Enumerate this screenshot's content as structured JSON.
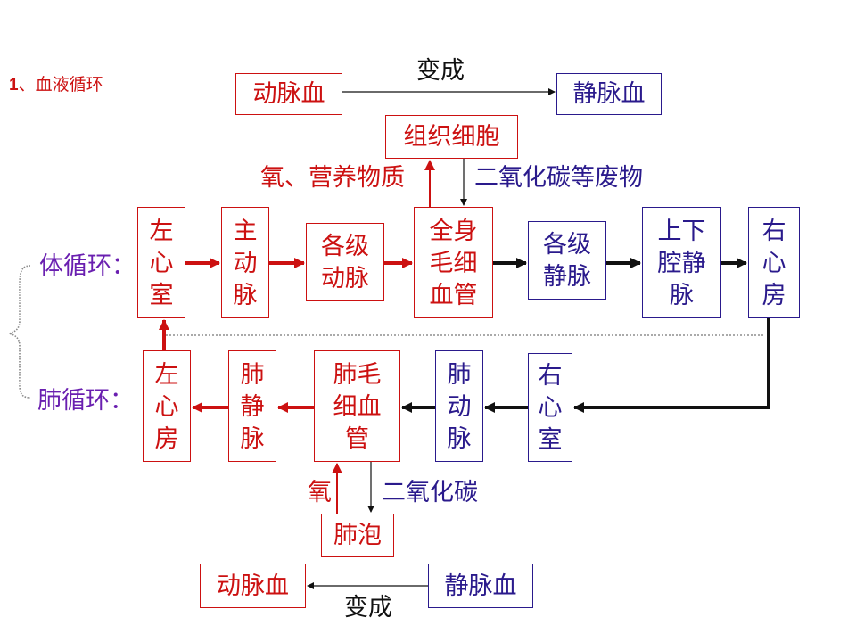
{
  "title": {
    "number": "1",
    "text": "、血液循环"
  },
  "top_conversion": {
    "from": "动脉血",
    "label": "变成",
    "to": "静脉血"
  },
  "tissue": {
    "cell": "组织细胞",
    "in": "氧、营养物质",
    "out": "二氧化碳等废物"
  },
  "systemic": {
    "label": "体循环：",
    "nodes": [
      {
        "lines": [
          "左",
          "心",
          "室"
        ]
      },
      {
        "lines": [
          "主",
          "动",
          "脉"
        ]
      },
      {
        "lines": [
          "各级",
          "动脉"
        ]
      },
      {
        "lines": [
          "全身",
          "毛细",
          "血管"
        ]
      },
      {
        "lines": [
          "各级",
          "静脉"
        ]
      },
      {
        "lines": [
          "上下",
          "腔静",
          "脉"
        ]
      },
      {
        "lines": [
          "右",
          "心",
          "房"
        ]
      }
    ]
  },
  "pulmonary": {
    "label": "肺循环：",
    "nodes": [
      {
        "lines": [
          "左",
          "心",
          "房"
        ]
      },
      {
        "lines": [
          "肺",
          "静",
          "脉"
        ]
      },
      {
        "lines": [
          "肺毛",
          "细血",
          "管"
        ]
      },
      {
        "lines": [
          "肺",
          "动",
          "脉"
        ]
      },
      {
        "lines": [
          "右",
          "心",
          "室"
        ]
      }
    ]
  },
  "alveolus": {
    "name": "肺泡",
    "in": "氧",
    "out": "二氧化碳"
  },
  "bottom_conversion": {
    "from": "静脉血",
    "label": "变成",
    "to": "动脉血"
  },
  "colors": {
    "arterial": "#cc1111",
    "venous": "#2a1a8c",
    "circulation_label": "#6a1fb0",
    "arrow_dark": "#111111"
  }
}
